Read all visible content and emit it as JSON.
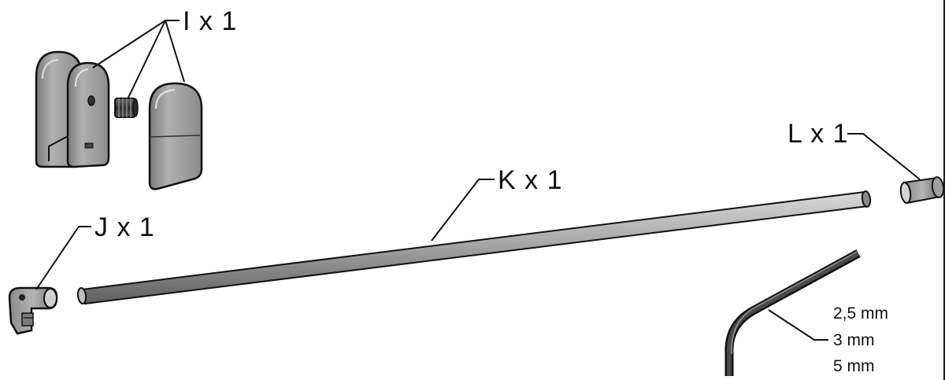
{
  "parts": {
    "I": {
      "label": "I x 1",
      "name": "clamp-set"
    },
    "J": {
      "label": "J x 1",
      "name": "wall-bracket"
    },
    "K": {
      "label": "K x 1",
      "name": "rod"
    },
    "L": {
      "label": "L x 1",
      "name": "end-cap"
    }
  },
  "tool": {
    "name": "hex-key",
    "sizes": [
      "2,5 mm",
      "3 mm",
      "5 mm"
    ]
  },
  "colors": {
    "ink": "#111111",
    "metal_dark": "#5a5a5a",
    "metal_mid": "#9a9a9a",
    "metal_light": "#cfcfcf"
  }
}
